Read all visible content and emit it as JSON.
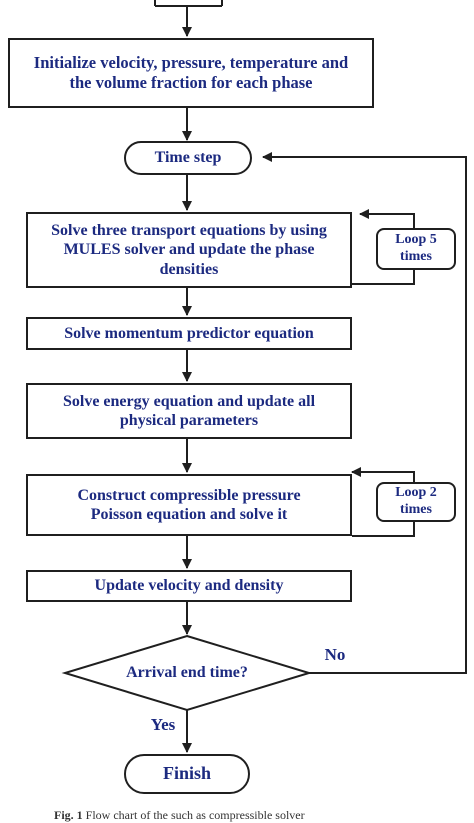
{
  "flowchart": {
    "steps": {
      "initialize": "Initialize velocity, pressure, temperature and the volume fraction for each phase",
      "time_step": "Time step",
      "transport": "Solve three transport equations by using MULES solver and update the phase densities",
      "momentum": "Solve momentum predictor equation",
      "energy": "Solve energy equation and update all physical parameters",
      "pressure": "Construct compressible pressure Poisson equation and solve it",
      "update": "Update velocity and density",
      "decision": "Arrival end time?",
      "finish": "Finish"
    },
    "loops": {
      "transport_loop": "Loop 5 times",
      "pressure_loop": "Loop 2 times"
    },
    "branches": {
      "no": "No",
      "yes": "Yes"
    }
  },
  "caption": {
    "label": "Fig. 1",
    "text": "Flow chart of the such as compressible solver"
  }
}
